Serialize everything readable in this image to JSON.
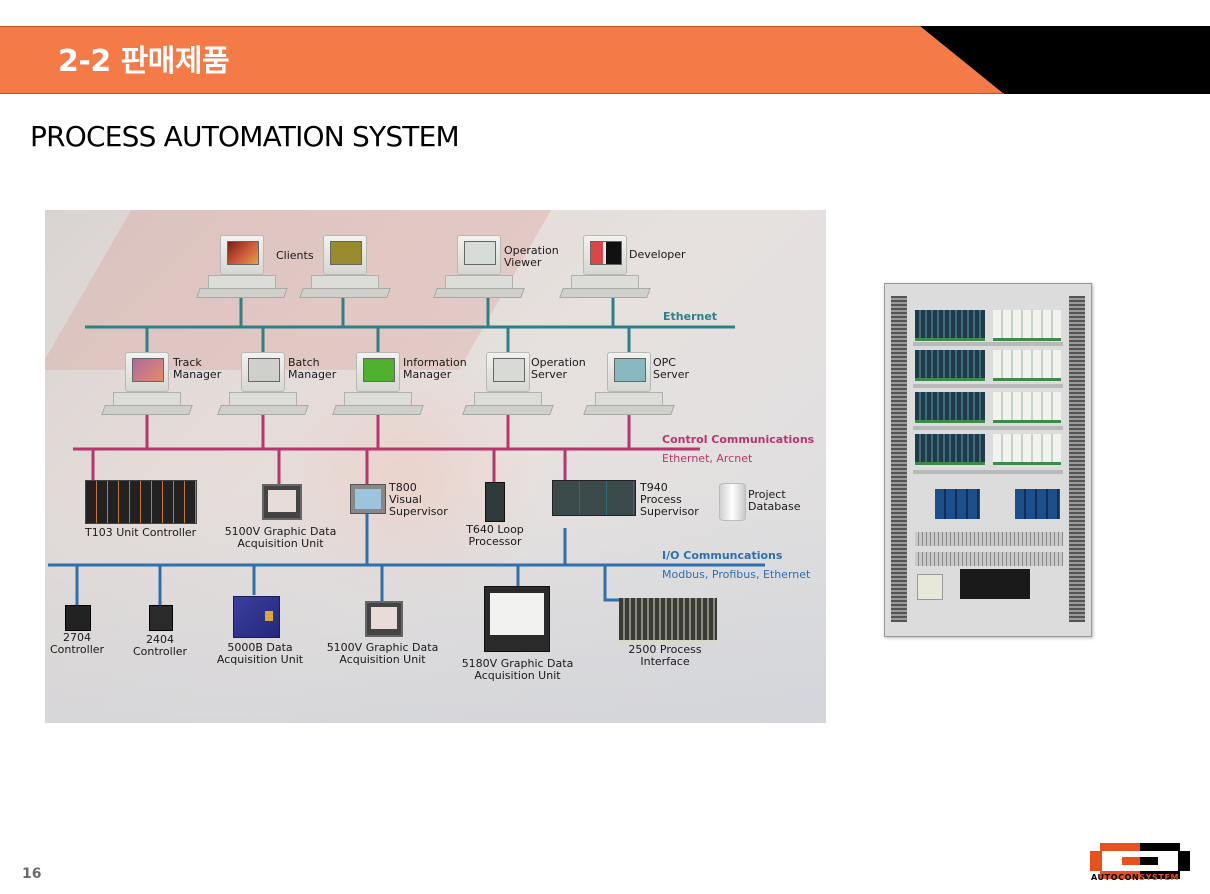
{
  "header": {
    "section_title": "2-2 판매제품",
    "bar_color": "#f47a47",
    "accent_color": "#000000"
  },
  "page_title": "PROCESS AUTOMATION SYSTEM",
  "diagram": {
    "networks": {
      "ethernet": {
        "label": "Ethernet",
        "color": "#2e7f86"
      },
      "control": {
        "label": "Control Communications",
        "sublabel": "Ethernet, Arcnet",
        "color": "#b8366b"
      },
      "io": {
        "label": "I/O Communcations",
        "sublabel": "Modbus, Profibus, Ethernet",
        "color": "#2f6fae"
      }
    },
    "workstations_top": [
      {
        "label": "Clients"
      },
      {
        "label": "Operation\nViewer"
      },
      {
        "label": "Developer"
      }
    ],
    "servers": [
      {
        "label": "Track\nManager"
      },
      {
        "label": "Batch\nManager"
      },
      {
        "label": "Information\nManager"
      },
      {
        "label": "Operation\nServer"
      },
      {
        "label": "OPC\nServer"
      }
    ],
    "control_devices": [
      {
        "label": "T103 Unit Controller"
      },
      {
        "label": "5100V Graphic Data\nAcquisition Unit"
      },
      {
        "label": "T800\nVisual\nSupervisor"
      },
      {
        "label": "T640 Loop\nProcessor"
      },
      {
        "label": "T940\nProcess\nSupervisor"
      },
      {
        "label": "Project\nDatabase"
      }
    ],
    "io_devices": [
      {
        "label": "2704\nController"
      },
      {
        "label": "2404\nController"
      },
      {
        "label": "5000B Data\nAcquisition Unit"
      },
      {
        "label": "5100V Graphic Data\nAcquisition Unit"
      },
      {
        "label": "5180V Graphic Data\nAcquisition Unit"
      },
      {
        "label": "2500 Process\nInterface"
      }
    ]
  },
  "cabinet_photo": {
    "icon": "control-cabinet-photo"
  },
  "footer": {
    "page_number": "16",
    "logo": {
      "part1": "AUTOCON",
      "part2": "SYSTEM",
      "color_primary": "#e8501c",
      "color_secondary": "#000000"
    }
  }
}
